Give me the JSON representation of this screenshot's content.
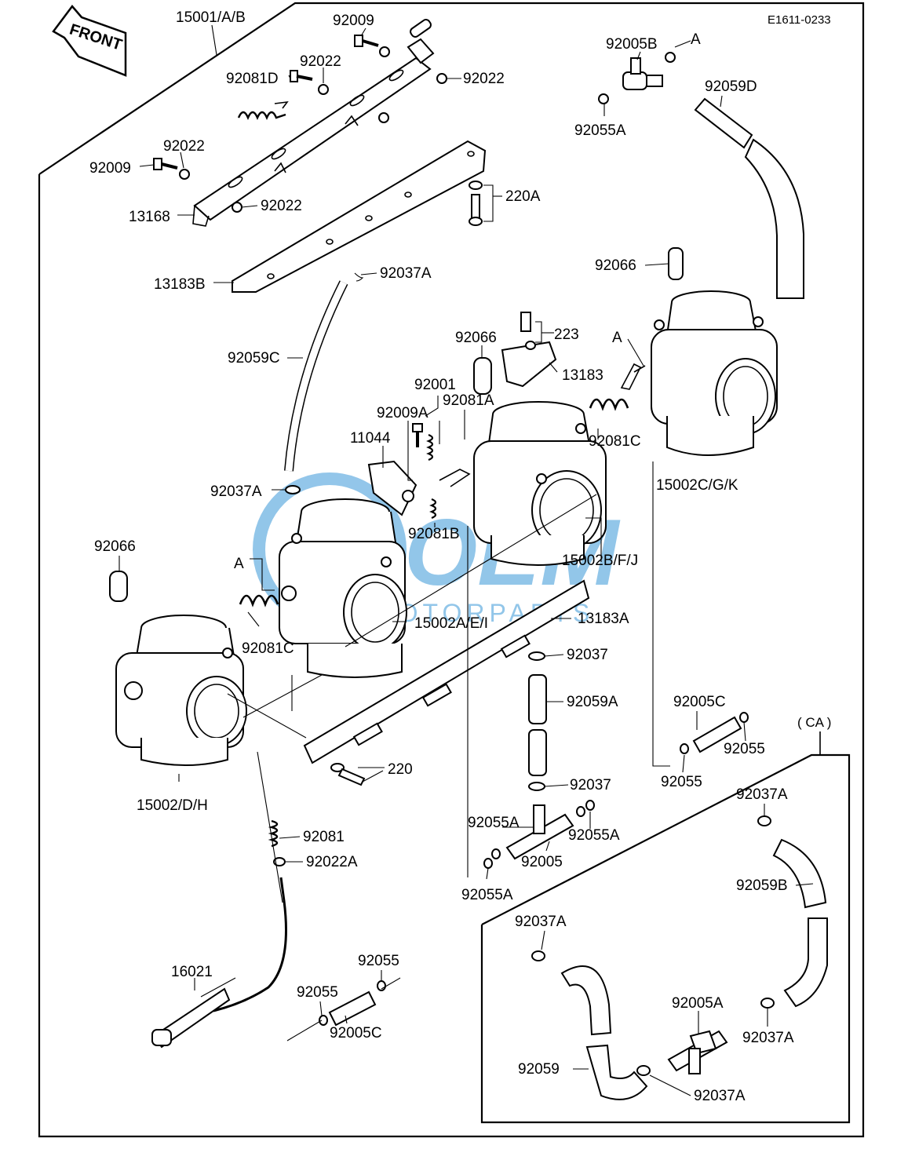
{
  "diagram_code": "E1611-0233",
  "front_label": "FRONT",
  "inset_label": "( CA )",
  "watermark": {
    "main": "OEM",
    "sub": "MOTORPARTS",
    "color": "#3a98d8"
  },
  "labels": {
    "p15001": "15001/A/B",
    "p92009_top": "92009",
    "p92022_a": "92022",
    "p92022_b": "92022",
    "p92081D": "92081D",
    "p92022_c": "92022",
    "p92009_left": "92009",
    "p92022_d": "92022",
    "p13168": "13168",
    "p92005B": "92005B",
    "ref_A_top": "A",
    "p92055A_top": "92055A",
    "p92059D": "92059D",
    "p220A": "220A",
    "p13183B": "13183B",
    "p92037A_a": "92037A",
    "p92066_right": "92066",
    "p92059C": "92059C",
    "p92066_mid": "92066",
    "p223": "223",
    "ref_A_mid": "A",
    "p13183": "13183",
    "p92001": "92001",
    "p92009A": "92009A",
    "p92081A": "92081A",
    "p11044": "11044",
    "p92081C_right": "92081C",
    "p15002CGK": "15002C/G/K",
    "p92037A_b": "92037A",
    "p92081B": "92081B",
    "p15002BFJ": "15002B/F/J",
    "p92066_left": "92066",
    "ref_A_left": "A",
    "p15002AEI": "15002A/E/I",
    "p13183A": "13183A",
    "p92081C_left": "92081C",
    "p92037_a": "92037",
    "p92059A": "92059A",
    "p92005C_right": "92005C",
    "p92055_a": "92055",
    "p92055_b": "92055",
    "p220": "220",
    "p15002DH": "15002/D/H",
    "p92037_b": "92037",
    "p92055A_a": "92055A",
    "p92055A_b": "92055A",
    "p92005": "92005",
    "p92055A_c": "92055A",
    "p92081": "92081",
    "p92022A": "92022A",
    "p92037A_c": "92037A",
    "p92059B": "92059B",
    "p92037A_d": "92037A",
    "p92005A": "92005A",
    "p92037A_e": "92037A",
    "p92059": "92059",
    "p92037A_f": "92037A",
    "p16021": "16021",
    "p92055_c": "92055",
    "p92055_d": "92055",
    "p92005C_bottom": "92005C"
  }
}
